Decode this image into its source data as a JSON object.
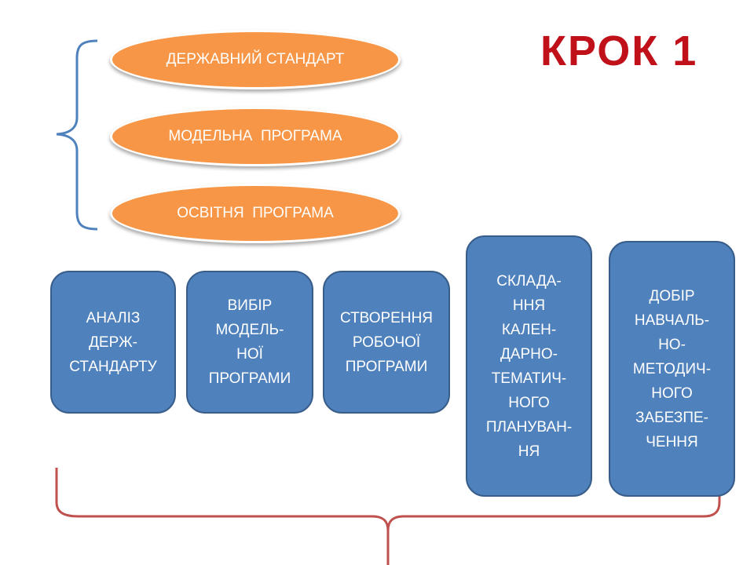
{
  "title": "КРОК 1",
  "documents": {
    "items": [
      {
        "label": "ДЕРЖАВНИЙ СТАНДАРТ"
      },
      {
        "label": "МОДЕЛЬНА  ПРОГРАМА"
      },
      {
        "label": "ОСВІТНЯ  ПРОГРАМА"
      }
    ]
  },
  "steps": {
    "items": [
      {
        "label": "АНАЛІЗ\nДЕРЖ-\nСТАНДАРТУ"
      },
      {
        "label": "ВИБІР\nМОДЕЛЬ-\nНОЇ\nПРОГРАМИ"
      },
      {
        "label": "СТВОРЕННЯ\nРОБОЧОЇ\nПРОГРАМИ"
      },
      {
        "label": "СКЛАДА-\nННЯ\nКАЛЕН-\nДАРНО-\nТЕМАТИЧ-\nНОГО\nПЛАНУВАН-\nНЯ"
      },
      {
        "label": "ДОБІР\nНАВЧАЛЬ-\nНО-\nМЕТОДИЧ-\nНОГО\nЗАБЕЗПЕ-\nЧЕННЯ"
      }
    ]
  },
  "colors": {
    "title": "#c0111b",
    "oval_fill": "#f79646",
    "box_fill": "#4f81bd",
    "box_border": "#385d8a",
    "left_brace": "#4f81bd",
    "bottom_brace": "#c0504d"
  }
}
